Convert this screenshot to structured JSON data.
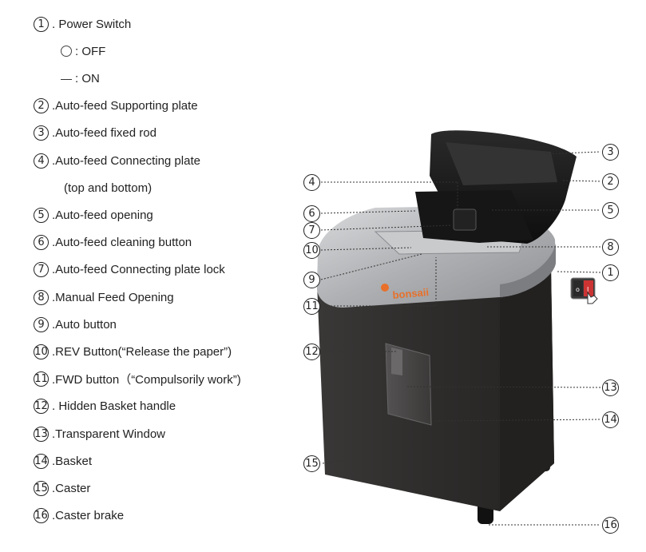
{
  "legend": {
    "items": [
      {
        "num": "1",
        "text": ". Power Switch"
      },
      {
        "symbol": "off",
        "text": ": OFF"
      },
      {
        "symbol": "on",
        "text": ": ON"
      },
      {
        "num": "2",
        "text": ".Auto-feed Supporting plate"
      },
      {
        "num": "3",
        "text": ".Auto-feed fixed rod"
      },
      {
        "num": "4",
        "text": ".Auto-feed Connecting plate"
      },
      {
        "text": "(top and bottom)"
      },
      {
        "num": "5",
        "text": ".Auto-feed opening"
      },
      {
        "num": "6",
        "text": ".Auto-feed cleaning button"
      },
      {
        "num": "7",
        "text": ".Auto-feed Connecting plate lock"
      },
      {
        "num": "8",
        "text": ".Manual Feed Opening"
      },
      {
        "num": "9",
        "text": ".Auto button"
      },
      {
        "num": "10",
        "text": ".REV Button(“Release the paper”)"
      },
      {
        "num": "11",
        "text": ".FWD button（“Compulsorily work”)"
      },
      {
        "num": "12",
        "text": ". Hidden Basket handle"
      },
      {
        "num": "13",
        "text": ".Transparent Window"
      },
      {
        "num": "14",
        "text": ".Basket"
      },
      {
        "num": "15",
        "text": ".Caster"
      },
      {
        "num": "16",
        "text": ".Caster brake"
      }
    ]
  },
  "brand": "bonsaii",
  "switch_labels": {
    "off": "o",
    "on": "I"
  },
  "callouts": [
    "1",
    "2",
    "3",
    "4",
    "5",
    "6",
    "7",
    "8",
    "9",
    "10",
    "11",
    "12",
    "13",
    "14",
    "15",
    "16"
  ],
  "colors": {
    "body": "#2f2d2c",
    "top": "#b8b9bb",
    "lid": "#1b1b1b",
    "brand": "#e8702a"
  }
}
